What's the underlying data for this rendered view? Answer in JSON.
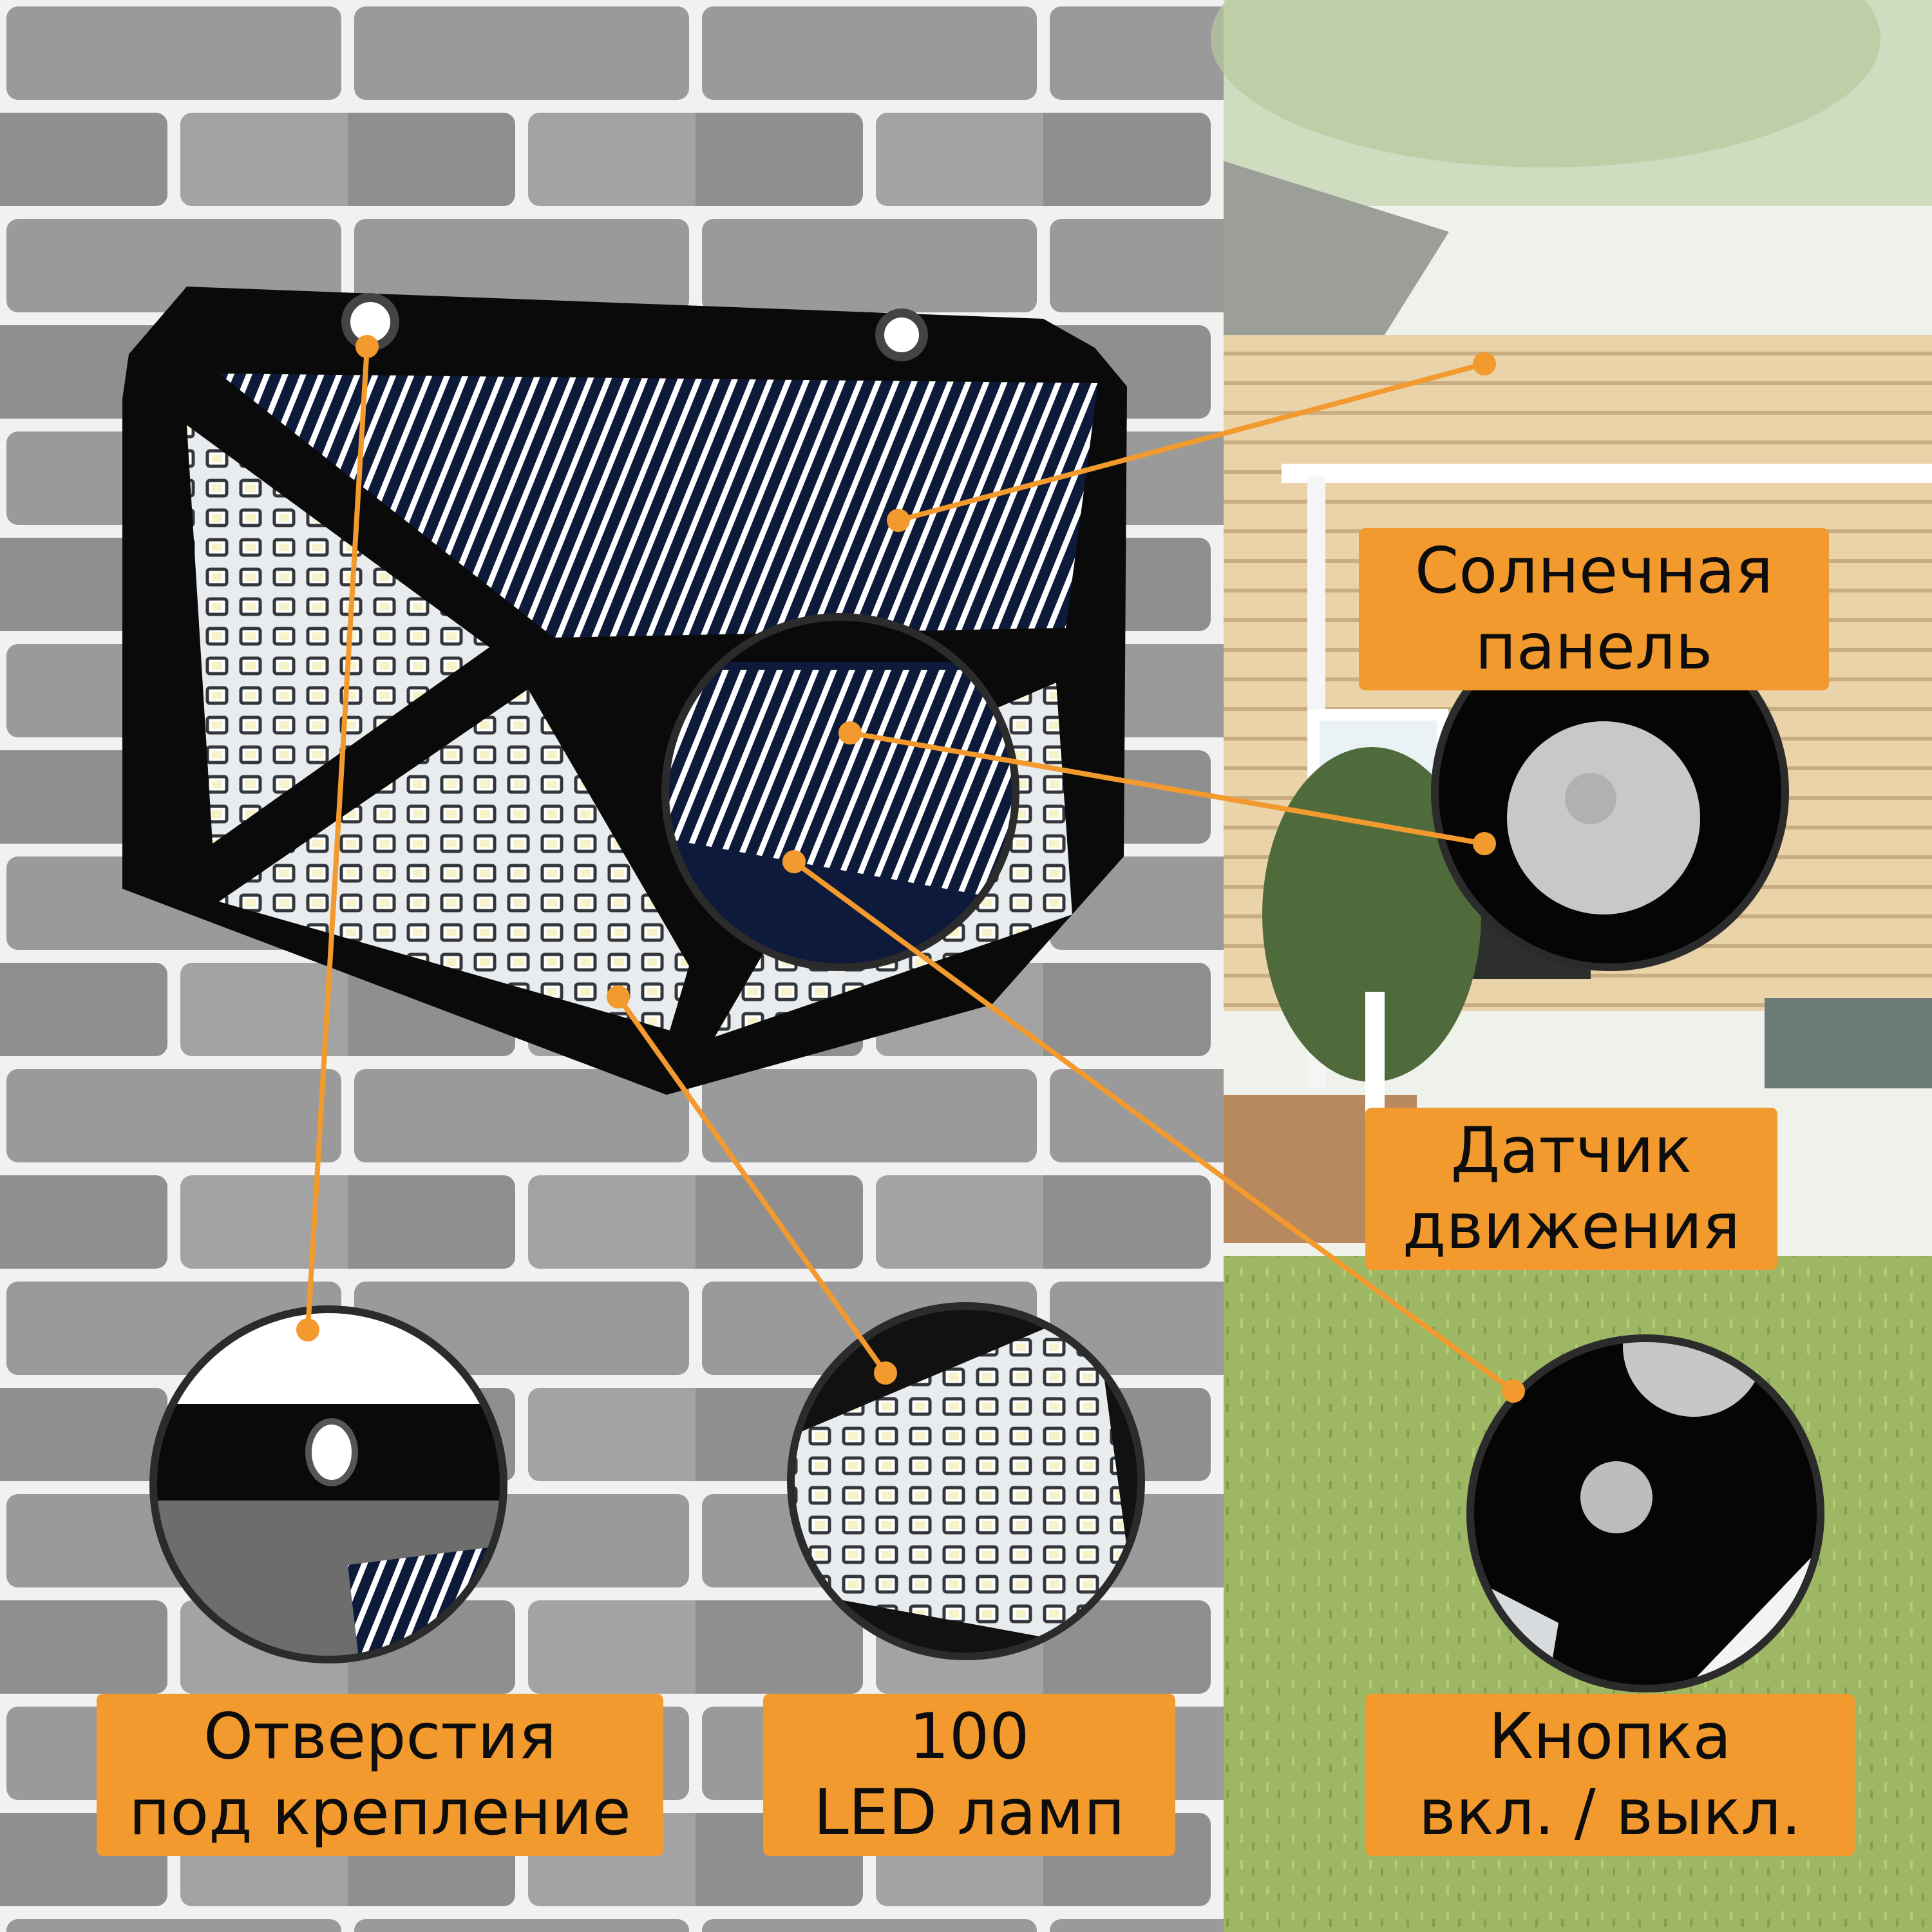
{
  "accent_color": "#F39A2E",
  "product": {
    "name": "solar wall light",
    "icons": [
      "mount-hole-icon",
      "solar-panel-icon",
      "motion-sensor-icon",
      "power-button-icon",
      "led-array-icon"
    ]
  },
  "callouts": {
    "solar_panel": {
      "line1": "Солнечная",
      "line2": "панель"
    },
    "motion_sensor": {
      "line1": "Датчик",
      "line2": "движения"
    },
    "mount_holes": {
      "line1": "Отверстия",
      "line2": "под крепление"
    },
    "leds": {
      "line1": "100",
      "line2": "LED ламп"
    },
    "power_button": {
      "line1": "Кнопка",
      "line2": "вкл. / выкл."
    }
  }
}
